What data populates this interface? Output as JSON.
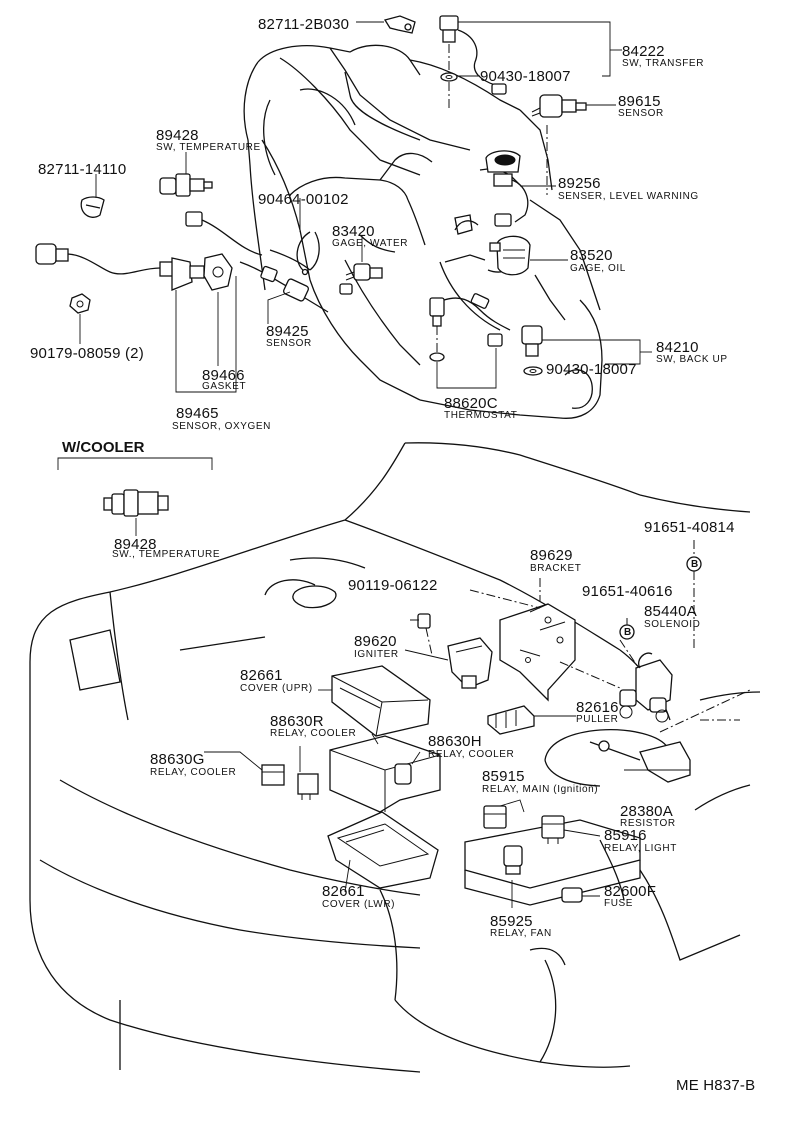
{
  "labels": {
    "p82711_2b030": {
      "part": "82711-2B030"
    },
    "p84222": {
      "part": "84222",
      "desc": "SW, TRANSFER"
    },
    "p90430_top": {
      "part": "90430-18007"
    },
    "p89615": {
      "part": "89615",
      "desc": "SENSOR"
    },
    "p89428_top": {
      "part": "89428",
      "desc": "SW, TEMPERATURE"
    },
    "p82711_14110": {
      "part": "82711-14110"
    },
    "p90464": {
      "part": "90464-00102"
    },
    "p89256": {
      "part": "89256",
      "desc": "SENSER, LEVEL WARNING"
    },
    "p83420": {
      "part": "83420",
      "desc": "GAGE, WATER"
    },
    "p83520": {
      "part": "83520",
      "desc": "GAGE, OIL"
    },
    "p89425": {
      "part": "89425",
      "desc": "SENSOR"
    },
    "p90179": {
      "part": "90179-08059 (2)"
    },
    "p84210": {
      "part": "84210",
      "desc": "SW, BACK UP"
    },
    "p90430_bot": {
      "part": "90430-18007"
    },
    "p89466": {
      "part": "89466",
      "desc": "GASKET"
    },
    "p89465": {
      "part": "89465",
      "desc": "SENSOR, OXYGEN"
    },
    "p88620c": {
      "part": "88620C",
      "desc": "THERMOSTAT"
    },
    "w_cooler": {
      "header": "W/COOLER",
      "part": "89428",
      "desc": "SW., TEMPERATURE"
    },
    "p91651_40814": {
      "part": "91651-40814",
      "marker": "B"
    },
    "p89629": {
      "part": "89629",
      "desc": "BRACKET"
    },
    "p90119": {
      "part": "90119-06122"
    },
    "p91651_40616": {
      "part": "91651-40616",
      "marker": "B"
    },
    "p85440a": {
      "part": "85440A",
      "desc": "SOLENOID"
    },
    "p89620": {
      "part": "89620",
      "desc": "IGNITER"
    },
    "p82661_upr": {
      "part": "82661",
      "desc": "COVER (UPR)"
    },
    "p82616": {
      "part": "82616",
      "desc": "PULLER"
    },
    "p88630r": {
      "part": "88630R",
      "desc": "RELAY, COOLER"
    },
    "p88630g": {
      "part": "88630G",
      "desc": "RELAY, COOLER"
    },
    "p88630h": {
      "part": "88630H",
      "desc": "RELAY, COOLER"
    },
    "p85915": {
      "part": "85915",
      "desc": "RELAY, MAIN (Ignition)"
    },
    "p28380a": {
      "part": "28380A",
      "desc": "RESISTOR"
    },
    "p85916": {
      "part": "85916",
      "desc": "RELAY, LIGHT"
    },
    "p82661_lwr": {
      "part": "82661",
      "desc": "COVER (LWR)"
    },
    "p82600f": {
      "part": "82600F",
      "desc": "FUSE"
    },
    "p85925": {
      "part": "85925",
      "desc": "RELAY, FAN"
    },
    "drawing_code": "ME H837-B"
  }
}
